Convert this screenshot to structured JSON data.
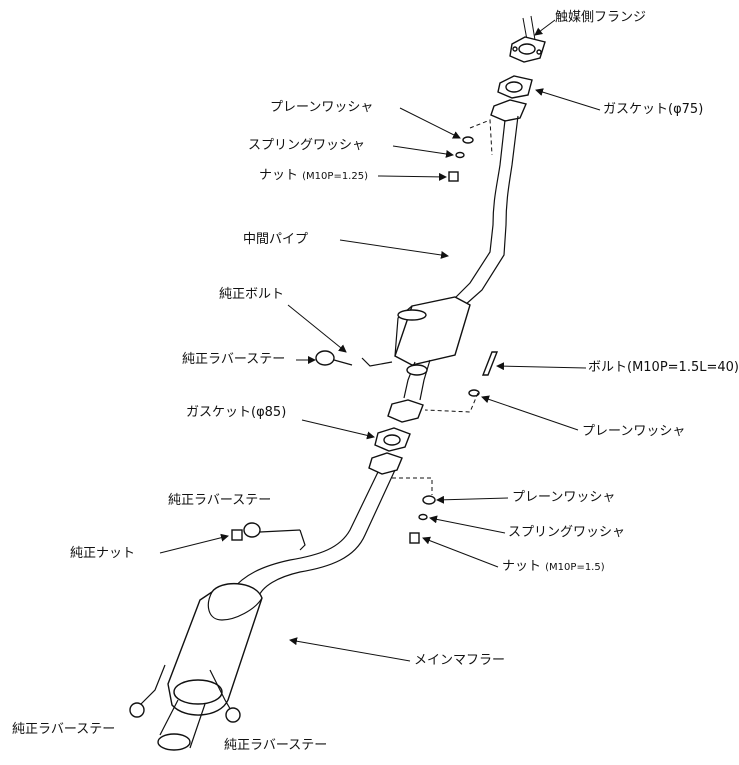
{
  "labels": {
    "cat_flange": "触媒側フランジ",
    "gasket_75": "ガスケット(φ75)",
    "plain_washer_1": "プレーンワッシャ",
    "spring_washer_1": "スプリングワッシャ",
    "nut_1_main": "ナット",
    "nut_1_spec": "(M10P=1.25)",
    "center_pipe": "中間パイプ",
    "oem_bolt": "純正ボルト",
    "oem_rubber_stay_1": "純正ラバーステー",
    "bolt_spec": "ボルト(M10P=1.5L=40)",
    "plain_washer_2": "プレーンワッシャ",
    "gasket_85": "ガスケット(φ85)",
    "oem_rubber_stay_2": "純正ラバーステー",
    "plain_washer_3": "プレーンワッシャ",
    "spring_washer_3": "スプリングワッシャ",
    "oem_nut": "純正ナット",
    "nut_3_main": "ナット",
    "nut_3_spec": "(M10P=1.5)",
    "main_muffler": "メインマフラー",
    "oem_rubber_stay_3": "純正ラバーステー",
    "oem_rubber_stay_4": "純正ラバーステー"
  }
}
